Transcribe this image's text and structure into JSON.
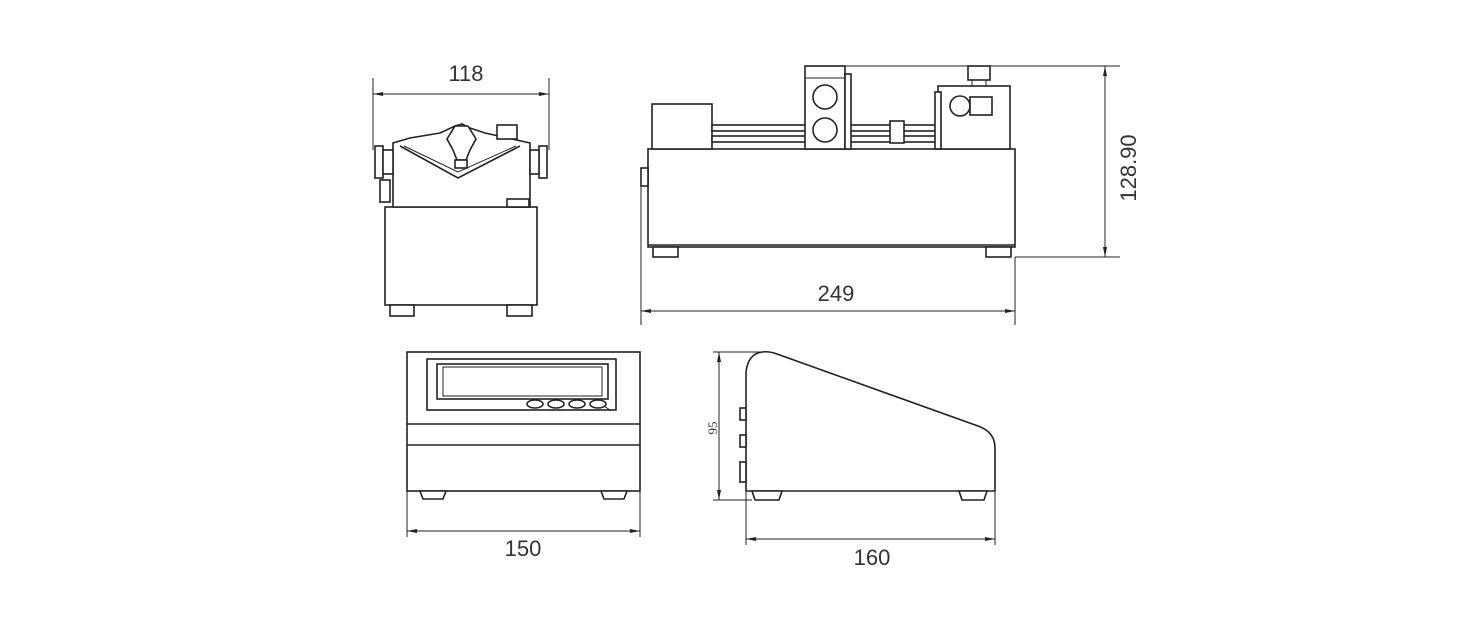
{
  "drawing": {
    "dimensions": {
      "side_width": "118",
      "top_length": "249",
      "height": "128.90",
      "front_width": "150",
      "profile_depth": "160",
      "profile_height": "95"
    }
  }
}
